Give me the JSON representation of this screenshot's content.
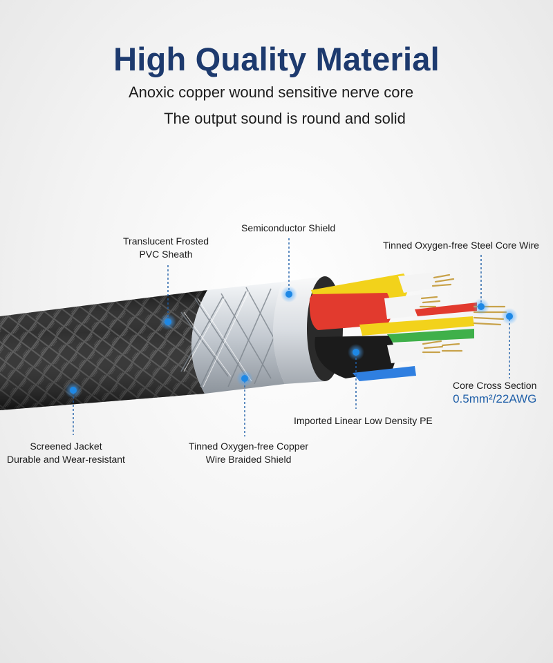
{
  "header": {
    "title": "High Quality Material",
    "subtitle_1": "Anoxic copper wound sensitive nerve core",
    "subtitle_2": "The output sound is round and solid"
  },
  "labels": {
    "pvc_sheath": [
      "Translucent Frosted",
      "PVC Sheath"
    ],
    "semiconductor_shield": "Semiconductor Shield",
    "steel_core_wire": "Tinned Oxygen-free Steel Core Wire",
    "core_cross_section": [
      "Core Cross Section",
      "0.5mm²/22AWG"
    ],
    "linear_pe": "Imported Linear Low Density PE",
    "braided_shield": [
      "Tinned Oxygen-free Copper",
      "Wire Braided Shield"
    ],
    "screened_jacket": [
      "Screened Jacket",
      "Durable and Wear-resistant"
    ]
  },
  "colors": {
    "title": "#1d3a6e",
    "accent": "#1f5fa8",
    "marker": "#1e88e5",
    "wire_yellow": "#f2d21b",
    "wire_red": "#e23a2e",
    "wire_black": "#1b1b1b",
    "wire_blue": "#2f7fe0",
    "wire_green": "#3fb04a",
    "wire_white": "#f4f4f4",
    "braid": "#2a2a2a",
    "shield": "#c9cfd6"
  }
}
